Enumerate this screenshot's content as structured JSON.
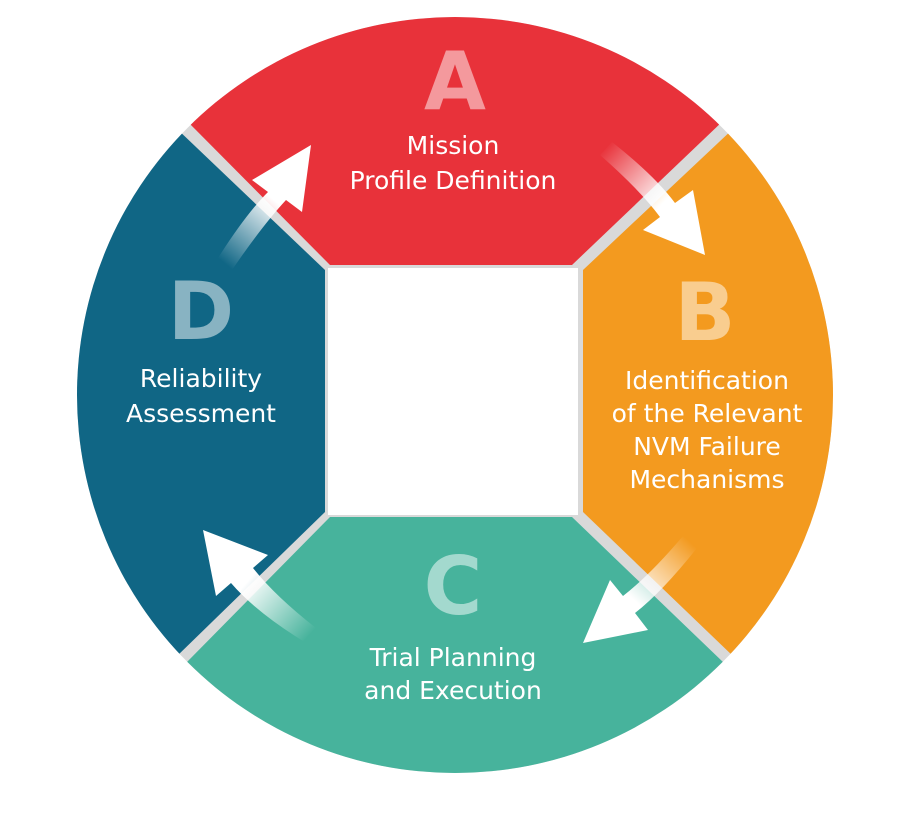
{
  "colors": {
    "a": "#e8323a",
    "b": "#f39a1f",
    "c": "#47b39c",
    "d": "#106685",
    "separator": "#d9d9d9",
    "arrow": "#ffffff"
  },
  "segments": {
    "a": {
      "letter": "A",
      "lines": [
        "Mission",
        "Profile Definition"
      ]
    },
    "b": {
      "letter": "B",
      "lines": [
        "Identification",
        "of the Relevant",
        "NVM Failure",
        "Mechanisms"
      ]
    },
    "c": {
      "letter": "C",
      "lines": [
        "Trial Planning",
        "and Execution"
      ]
    },
    "d": {
      "letter": "D",
      "lines": [
        "Reliability",
        "Assessment"
      ]
    }
  },
  "arrows": [
    {
      "from": "a",
      "to": "b",
      "icon": "arrow-down-right-icon"
    },
    {
      "from": "b",
      "to": "c",
      "icon": "arrow-down-left-icon"
    },
    {
      "from": "c",
      "to": "d",
      "icon": "arrow-up-left-icon"
    },
    {
      "from": "d",
      "to": "a",
      "icon": "arrow-up-right-icon"
    }
  ]
}
